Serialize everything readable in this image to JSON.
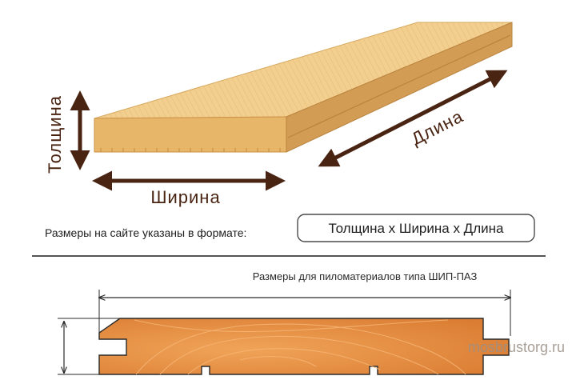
{
  "labels": {
    "thickness": "Толщина",
    "width": "Ширина",
    "length": "Длина"
  },
  "format_note": "Размеры на сайте указаны в формате:",
  "format_value": "Толщина х Ширина х Длина",
  "profile_caption": "Размеры для пиломатериалов типа ШИП-ПАЗ",
  "watermark": "mosbrustorg.ru",
  "colors": {
    "board_top": "#f2cf8e",
    "board_front": "#e8b669",
    "board_side": "#d39c54",
    "arrow": "#4a2412",
    "profile_wood": "#e48a3c",
    "profile_outline": "#2a2a2a"
  }
}
